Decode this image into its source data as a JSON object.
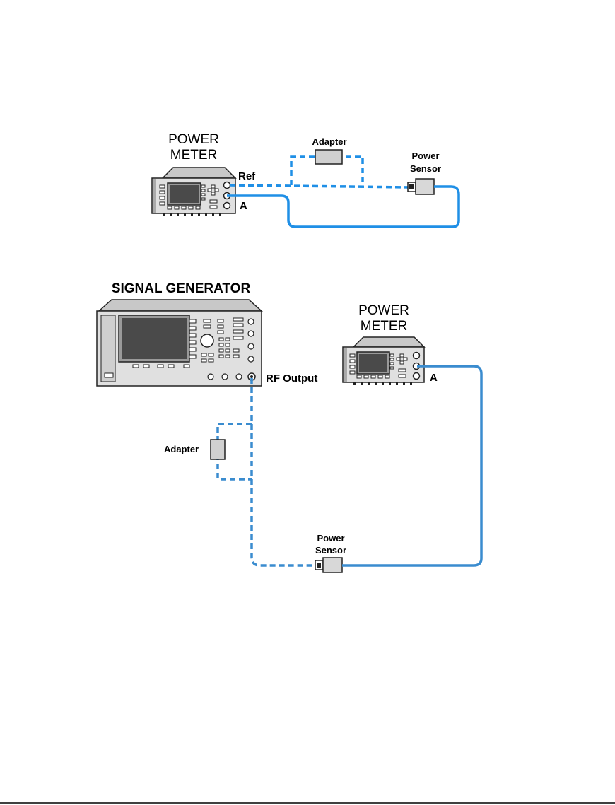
{
  "top_setup": {
    "power_meter_label_line1": "POWER",
    "power_meter_label_line2": "METER",
    "port_ref_label": "Ref",
    "port_a_label": "A",
    "adapter_label": "Adapter",
    "power_sensor_label_line1": "Power",
    "power_sensor_label_line2": "Sensor"
  },
  "bottom_setup": {
    "signal_generator_label": "SIGNAL GENERATOR",
    "rf_output_label": "RF Output",
    "power_meter_label_line1": "POWER",
    "power_meter_label_line2": "METER",
    "port_a_label": "A",
    "adapter_label": "Adapter",
    "power_sensor_label_line1": "Power",
    "power_sensor_label_line2": "Sensor"
  },
  "colors": {
    "cable_top": "#1f8fe6",
    "cable_bottom": "#3a8ccf",
    "instrument_body": "#dcdcdc",
    "instrument_outline": "#222222",
    "footer_rule": "#000000"
  }
}
